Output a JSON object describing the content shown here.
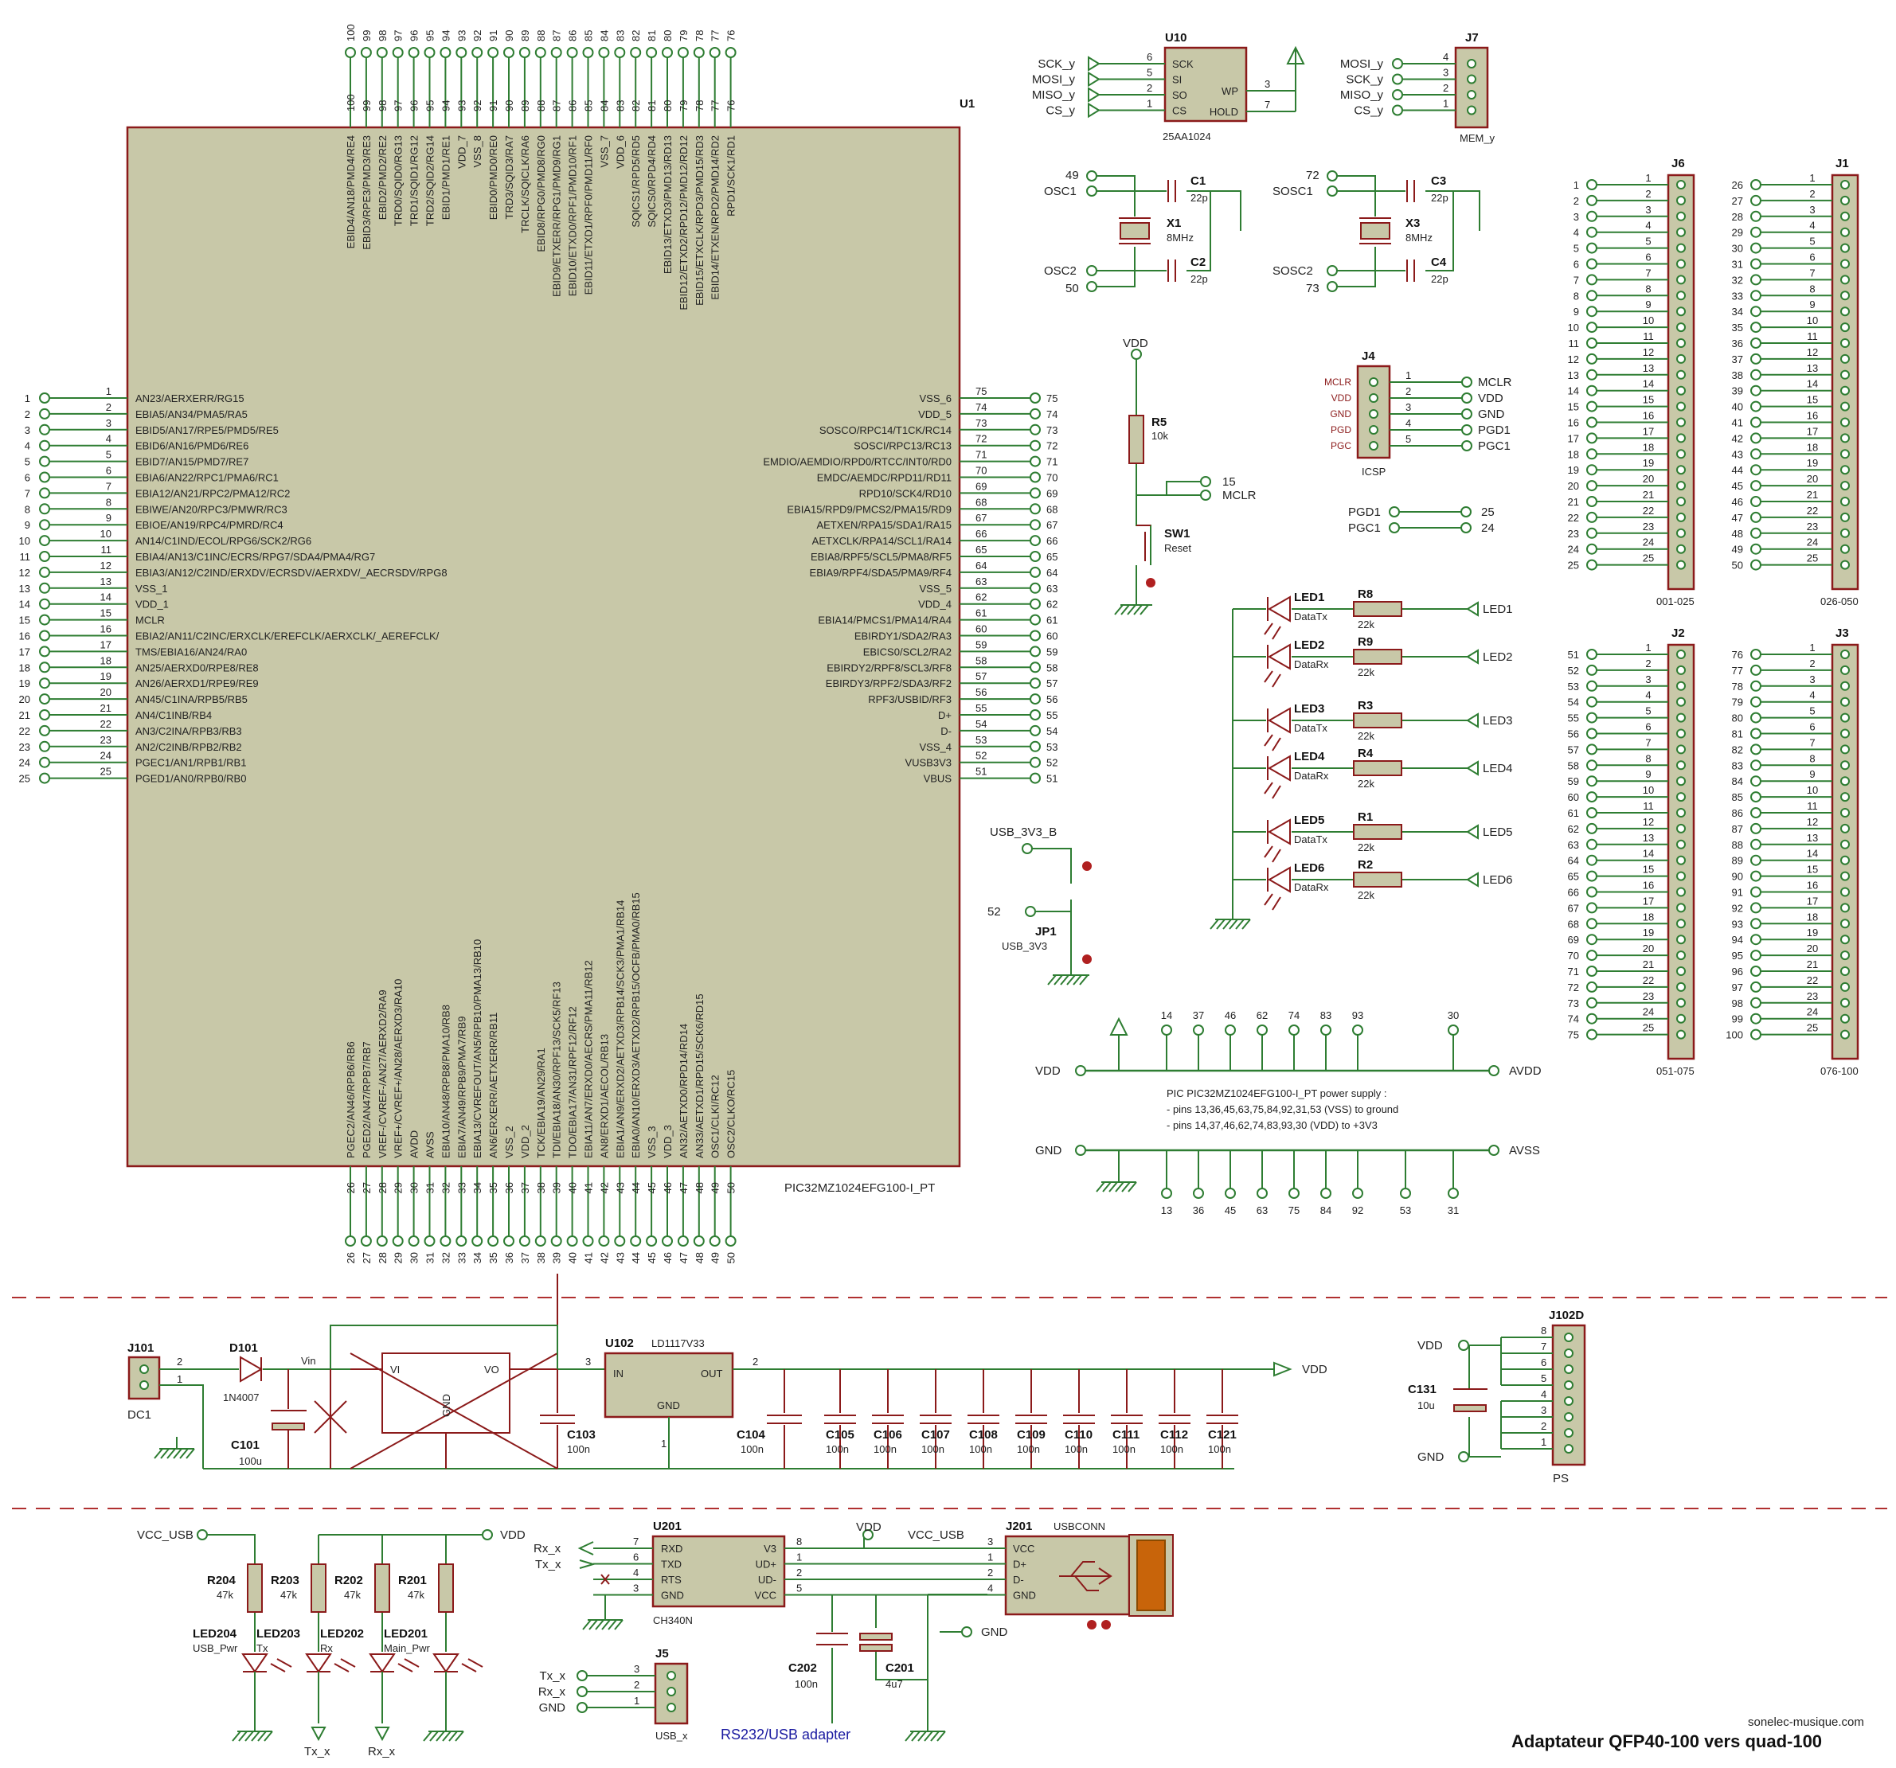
{
  "u1": {
    "ref": "U1",
    "part": "PIC32MZ1024EFG100-I_PT",
    "left": [
      [
        "1",
        "AN23/AERXERR/RG15"
      ],
      [
        "2",
        "EBIA5/AN34/PMA5/RA5"
      ],
      [
        "3",
        "EBID5/AN17/RPE5/PMD5/RE5"
      ],
      [
        "4",
        "EBID6/AN16/PMD6/RE6"
      ],
      [
        "5",
        "EBID7/AN15/PMD7/RE7"
      ],
      [
        "6",
        "EBIA6/AN22/RPC1/PMA6/RC1"
      ],
      [
        "7",
        "EBIA12/AN21/RPC2/PMA12/RC2"
      ],
      [
        "8",
        "EBIWE/AN20/RPC3/PMWR/RC3"
      ],
      [
        "9",
        "EBIOE/AN19/RPC4/PMRD/RC4"
      ],
      [
        "10",
        "AN14/C1IND/ECOL/RPG6/SCK2/RG6"
      ],
      [
        "11",
        "EBIA4/AN13/C1INC/ECRS/RPG7/SDA4/PMA4/RG7"
      ],
      [
        "12",
        "EBIA3/AN12/C2IND/ERXDV/ECRSDV/AERXDV/_AECRSDV/RPG8"
      ],
      [
        "13",
        "VSS_1"
      ],
      [
        "14",
        "VDD_1"
      ],
      [
        "15",
        "MCLR"
      ],
      [
        "16",
        "EBIA2/AN11/C2INC/ERXCLK/EREFCLK/AERXCLK/_AEREFCLK/"
      ],
      [
        "17",
        "TMS/EBIA16/AN24/RA0"
      ],
      [
        "18",
        "AN25/AERXD0/RPE8/RE8"
      ],
      [
        "19",
        "AN26/AERXD1/RPE9/RE9"
      ],
      [
        "20",
        "AN45/C1INA/RPB5/RB5"
      ],
      [
        "21",
        "AN4/C1INB/RB4"
      ],
      [
        "22",
        "AN3/C2INA/RPB3/RB3"
      ],
      [
        "23",
        "AN2/C2INB/RPB2/RB2"
      ],
      [
        "24",
        "PGEC1/AN1/RPB1/RB1"
      ],
      [
        "25",
        "PGED1/AN0/RPB0/RB0"
      ]
    ],
    "right": [
      [
        "75",
        "VSS_6"
      ],
      [
        "74",
        "VDD_5"
      ],
      [
        "73",
        "SOSCO/RPC14/T1CK/RC14"
      ],
      [
        "72",
        "SOSCI/RPC13/RC13"
      ],
      [
        "71",
        "EMDIO/AEMDIO/RPD0/RTCC/INT0/RD0"
      ],
      [
        "70",
        "EMDC/AEMDC/RPD11/RD11"
      ],
      [
        "69",
        "RPD10/SCK4/RD10"
      ],
      [
        "68",
        "EBIA15/RPD9/PMCS2/PMA15/RD9"
      ],
      [
        "67",
        "AETXEN/RPA15/SDA1/RA15"
      ],
      [
        "66",
        "AETXCLK/RPA14/SCL1/RA14"
      ],
      [
        "65",
        "EBIA8/RPF5/SCL5/PMA8/RF5"
      ],
      [
        "64",
        "EBIA9/RPF4/SDA5/PMA9/RF4"
      ],
      [
        "63",
        "VSS_5"
      ],
      [
        "62",
        "VDD_4"
      ],
      [
        "61",
        "EBIA14/PMCS1/PMA14/RA4"
      ],
      [
        "60",
        "EBIRDY1/SDA2/RA3"
      ],
      [
        "59",
        "EBICS0/SCL2/RA2"
      ],
      [
        "58",
        "EBIRDY2/RPF8/SCL3/RF8"
      ],
      [
        "57",
        "EBIRDY3/RPF2/SDA3/RF2"
      ],
      [
        "56",
        "RPF3/USBID/RF3"
      ],
      [
        "55",
        "D+"
      ],
      [
        "54",
        "D-"
      ],
      [
        "53",
        "VSS_4"
      ],
      [
        "52",
        "VUSB3V3"
      ],
      [
        "51",
        "VBUS"
      ]
    ],
    "top": [
      [
        "100",
        "EBID4/AN18/PMD4/RE4"
      ],
      [
        "99",
        "EBID3/RPE3/PMD3/RE3"
      ],
      [
        "98",
        "EBID2/PMD2/RE2"
      ],
      [
        "97",
        "TRD0/SQID0/RG13"
      ],
      [
        "96",
        "TRD1/SQID1/RG12"
      ],
      [
        "95",
        "TRD2/SQID2/RG14"
      ],
      [
        "94",
        "EBID1/PMD1/RE1"
      ],
      [
        "93",
        "VDD_7"
      ],
      [
        "92",
        "VSS_8"
      ],
      [
        "91",
        "EBID0/PMD0/RE0"
      ],
      [
        "90",
        "TRD3/SQID3/RA7"
      ],
      [
        "89",
        "TRCLK/SQICLK/RA6"
      ],
      [
        "88",
        "EBID8/RPG0/PMD8/RG0"
      ],
      [
        "87",
        "EBID9/ETXERR/RPG1/PMD9/RG1"
      ],
      [
        "86",
        "EBID10/ETXD0/RPF1/PMD10/RF1"
      ],
      [
        "85",
        "EBID11/ETXD1/RPF0/PMD11/RF0"
      ],
      [
        "84",
        "VSS_7"
      ],
      [
        "83",
        "VDD_6"
      ],
      [
        "82",
        "SQICS1/RPD5/RD5"
      ],
      [
        "81",
        "SQICS0/RPD4/RD4"
      ],
      [
        "80",
        "EBID13/ETXD3/PMD13/RD13"
      ],
      [
        "79",
        "EBID12/ETXD2/RPD12/PMD12/RD12"
      ],
      [
        "78",
        "EBID15/ETXCLK/RPD3/PMD15/RD3"
      ],
      [
        "77",
        "EBID14/ETXEN/RPD2/PMD14/RD2"
      ],
      [
        "76",
        "RPD1/SCK1/RD1"
      ]
    ],
    "bottom": [
      [
        "26",
        "PGEC2/AN46/RPB6/RB6"
      ],
      [
        "27",
        "PGED2/AN47/RPB7/RB7"
      ],
      [
        "28",
        "VREF-/CVREF-/AN27/AERXD2/RA9"
      ],
      [
        "29",
        "VREF+/CVREF+/AN28/AERXD3/RA10"
      ],
      [
        "30",
        "AVDD"
      ],
      [
        "31",
        "AVSS"
      ],
      [
        "32",
        "EBIA10/AN48/RPB8/PMA10/RB8"
      ],
      [
        "33",
        "EBIA7/AN49/RPB9/PMA7/RB9"
      ],
      [
        "34",
        "EBIA13/CVREFOUT/AN5/RPB10/PMA13/RB10"
      ],
      [
        "35",
        "AN6/ERXERR/AETXERR/RB11"
      ],
      [
        "36",
        "VSS_2"
      ],
      [
        "37",
        "VDD_2"
      ],
      [
        "38",
        "TCK/EBIA19/AN29/RA1"
      ],
      [
        "39",
        "TDI/EBIA18/AN30/RPF13/SCK5/RF13"
      ],
      [
        "40",
        "TDO/EBIA17/AN31/RPF12/RF12"
      ],
      [
        "41",
        "EBIA11/AN7/ERXD0/AECRS/PMA11/RB12"
      ],
      [
        "42",
        "AN8/ERXD1/AECOL/RB13"
      ],
      [
        "43",
        "EBIA1/AN9/ERXD2/AETXD3/RPB14/SCK3/PMA1/RB14"
      ],
      [
        "44",
        "EBIA0/AN10/ERXD3/AETXD2/RPB15/OCFB/PMA0/RB15"
      ],
      [
        "45",
        "VSS_3"
      ],
      [
        "46",
        "VDD_3"
      ],
      [
        "47",
        "AN32/AETXD0/RPD14/RD14"
      ],
      [
        "48",
        "AN33/AETXD1/RPD15/SCK6/RD15"
      ],
      [
        "49",
        "OSC1/CLKI/RC12"
      ],
      [
        "50",
        "OSC2/CLKO/RC15"
      ]
    ]
  },
  "u10": {
    "ref": "U10",
    "part": "25AA1024",
    "left": [
      [
        "6",
        "SCK",
        "SCK_y"
      ],
      [
        "5",
        "SI",
        "MOSI_y"
      ],
      [
        "2",
        "SO",
        "MISO_y"
      ],
      [
        "1",
        "CS",
        "CS_y"
      ]
    ],
    "right": [
      [
        "3",
        "WP"
      ],
      [
        "7",
        "HOLD"
      ]
    ]
  },
  "j7": {
    "ref": "J7",
    "part": "MEM_y",
    "pins": [
      [
        "4",
        "MOSI_y"
      ],
      [
        "3",
        "SCK_y"
      ],
      [
        "2",
        "MISO_y"
      ],
      [
        "1",
        "CS_y"
      ]
    ]
  },
  "osc": {
    "c1": "C1",
    "c2": "C2",
    "c3": "C3",
    "c4": "C4",
    "val": "22p",
    "x1": "X1",
    "x3": "X3",
    "xval": "8MHz",
    "osc1": "OSC1",
    "osc2": "OSC2",
    "sosc1": "SOSC1",
    "sosc2": "SOSC2",
    "n49": "49",
    "n50": "50",
    "n72": "72",
    "n73": "73"
  },
  "reset": {
    "vdd": "VDD",
    "r5": "R5",
    "r5v": "10k",
    "n15": "15",
    "mclr": "MCLR",
    "sw1": "SW1",
    "swv": "Reset"
  },
  "j4": {
    "ref": "J4",
    "part": "ICSP",
    "pins": [
      [
        "1",
        "MCLR",
        "MCLR"
      ],
      [
        "2",
        "VDD",
        "VDD"
      ],
      [
        "3",
        "GND",
        "GND"
      ],
      [
        "4",
        "PGD",
        "PGD1"
      ],
      [
        "5",
        "PGC",
        "PGC1"
      ]
    ],
    "pgd1": "PGD1",
    "pgc1": "PGC1",
    "n25": "25",
    "n24": "24"
  },
  "leds": [
    [
      "LED1",
      "DataTx",
      "R8",
      "22k",
      "LED1"
    ],
    [
      "LED2",
      "DataRx",
      "R9",
      "22k",
      "LED2"
    ],
    [
      "LED3",
      "DataTx",
      "R3",
      "22k",
      "LED3"
    ],
    [
      "LED4",
      "DataRx",
      "R4",
      "22k",
      "LED4"
    ],
    [
      "LED5",
      "DataTx",
      "R1",
      "22k",
      "LED5"
    ],
    [
      "LED6",
      "DataRx",
      "R2",
      "22k",
      "LED6"
    ]
  ],
  "jp1": {
    "ref": "JP1",
    "part": "USB_3V3",
    "netb": "USB_3V3_B",
    "n52": "52"
  },
  "headers": [
    {
      "ref": "J6",
      "label": "001-025",
      "start": 1
    },
    {
      "ref": "J1",
      "label": "026-050",
      "start": 26
    },
    {
      "ref": "J2",
      "label": "051-075",
      "start": 51
    },
    {
      "ref": "J3",
      "label": "076-100",
      "start": 76
    }
  ],
  "power": {
    "vdd": "VDD",
    "avdd": "AVDD",
    "gnd": "GND",
    "avss": "AVSS",
    "top": [
      "14",
      "37",
      "46",
      "62",
      "74",
      "83",
      "93",
      "30"
    ],
    "bot": [
      "13",
      "36",
      "45",
      "63",
      "75",
      "84",
      "92",
      "53",
      "31"
    ],
    "note1": "PIC PIC32MZ1024EFG100-I_PT power supply :",
    "note2": "- pins 13,36,45,63,75,84,92,31,53 (VSS) to ground",
    "note3": "- pins 14,37,46,62,74,83,93,30 (VDD) to +3V3"
  },
  "supply": {
    "j101": "J101",
    "dc1": "DC1",
    "d101": "D101",
    "d101v": "1N4007",
    "vin": "Vin",
    "u102": "U102",
    "u102v": "LD1117V33",
    "in": "IN",
    "out": "OUT",
    "gnd": "GND",
    "vi": "VI",
    "vo": "VO",
    "c101": "C101",
    "c101v": "100u",
    "c103": "C103",
    "c104": "C104",
    "cval": "100n",
    "vdd": "VDD",
    "caps": [
      "C105",
      "C106",
      "C107",
      "C108",
      "C109",
      "C110",
      "C111",
      "C112",
      "C121"
    ]
  },
  "ps": {
    "ref": "J102D",
    "part": "PS",
    "vdd": "VDD",
    "gnd": "GND",
    "c131": "C131",
    "c131v": "10u"
  },
  "usb": {
    "vcc_usb": "VCC_USB",
    "vdd": "VDD",
    "r204": "R204",
    "r203": "R203",
    "r202": "R202",
    "r201": "R201",
    "rv": "47k",
    "led204": "LED204",
    "led203": "LED203",
    "led202": "LED202",
    "led201": "LED201",
    "l204": "USB_Pwr",
    "l203": "Tx",
    "l202": "Rx",
    "l201": "Main_Pwr",
    "txx": "Tx_x",
    "rxx": "Rx_x",
    "u201": "U201",
    "u201v": "CH340N",
    "u201l": [
      [
        "7",
        "RXD"
      ],
      [
        "6",
        "TXD"
      ],
      [
        "4",
        "RTS"
      ],
      [
        "3",
        "GND"
      ]
    ],
    "u201r": [
      [
        "8",
        "V3"
      ],
      [
        "1",
        "UD+"
      ],
      [
        "2",
        "UD-"
      ],
      [
        "5",
        "VCC"
      ]
    ],
    "j201": "J201",
    "j201v": "USBCONN",
    "jpins": [
      [
        "3",
        "VCC"
      ],
      [
        "1",
        "D+"
      ],
      [
        "2",
        "D-"
      ],
      [
        "4",
        "GND"
      ]
    ],
    "c202": "C202",
    "c202v": "100n",
    "c201": "C201",
    "c201v": "4u7",
    "j5": "J5",
    "j5v": "USB_x",
    "j5p": [
      [
        "3",
        "Tx_x"
      ],
      [
        "2",
        "Rx_x"
      ],
      [
        "1",
        "GND"
      ]
    ],
    "adapter": "RS232/USB adapter"
  },
  "footer": {
    "site": "sonelec-musique.com",
    "title": "Adaptateur QFP40-100 vers quad-100"
  }
}
